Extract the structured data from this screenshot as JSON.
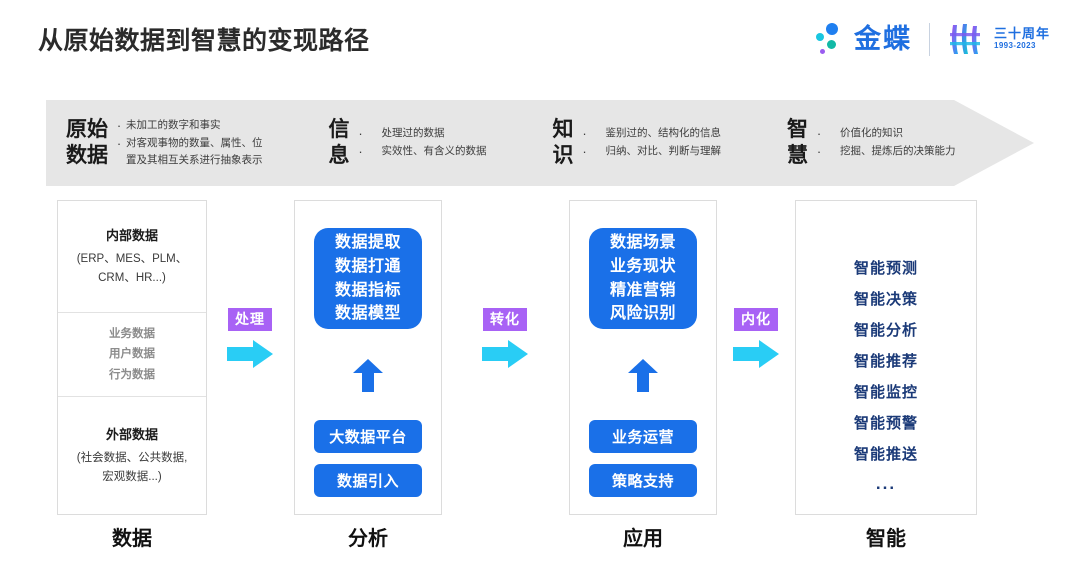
{
  "header": {
    "title": "从原始数据到智慧的变现路径",
    "logo": {
      "brand": "金蝶",
      "anniversary_cn": "三十周年",
      "anniversary_years": "1993-2023"
    }
  },
  "band": {
    "stages": [
      {
        "title": "原始\n数据",
        "bullets": [
          "未加工的数字和事实",
          "对客观事物的数量、属性、位\n置及其相互关系进行抽象表示"
        ]
      },
      {
        "title": "信\n息",
        "bullets": [
          "处理过的数据",
          "实效性、有含义的数据"
        ]
      },
      {
        "title": "知\n识",
        "bullets": [
          "鉴别过的、结构化的信息",
          "归纳、对比、判断与理解"
        ]
      },
      {
        "title": "智\n慧",
        "bullets": [
          "价值化的知识",
          "挖掘、提炼后的决策能力"
        ]
      }
    ]
  },
  "pipeline": {
    "columns": [
      {
        "label": "数据",
        "sections": {
          "internal_head": "内部数据",
          "internal_sub": "(ERP、MES、PLM、\nCRM、HR...)",
          "middle_items": "业务数据\n用户数据\n行为数据",
          "external_head": "外部数据",
          "external_sub": "(社会数据、公共数据,\n宏观数据...)"
        }
      },
      {
        "label": "分析",
        "card": "数据提取\n数据打通\n数据指标\n数据模型",
        "pill1": "大数据平台",
        "pill2": "数据引入"
      },
      {
        "label": "应用",
        "card": "数据场景\n业务现状\n精准营销\n风险识别",
        "pill1": "业务运营",
        "pill2": "策略支持"
      },
      {
        "label": "智能",
        "items": [
          "智能预测",
          "智能决策",
          "智能分析",
          "智能推荐",
          "智能监控",
          "智能预警",
          "智能推送"
        ],
        "ellipsis": "..."
      }
    ],
    "connectors": [
      {
        "label": "处理"
      },
      {
        "label": "转化"
      },
      {
        "label": "内化"
      }
    ]
  },
  "colors": {
    "brand_blue": "#1a70e8",
    "logo_blue": "#1f6fe0",
    "connector_purple": "#a862f5",
    "connector_arrow_cyan": "#29cdf5",
    "band_gray": "#e6e6e6",
    "deep_navy": "#1b3a78",
    "muted_gray": "#8c8c8c"
  }
}
